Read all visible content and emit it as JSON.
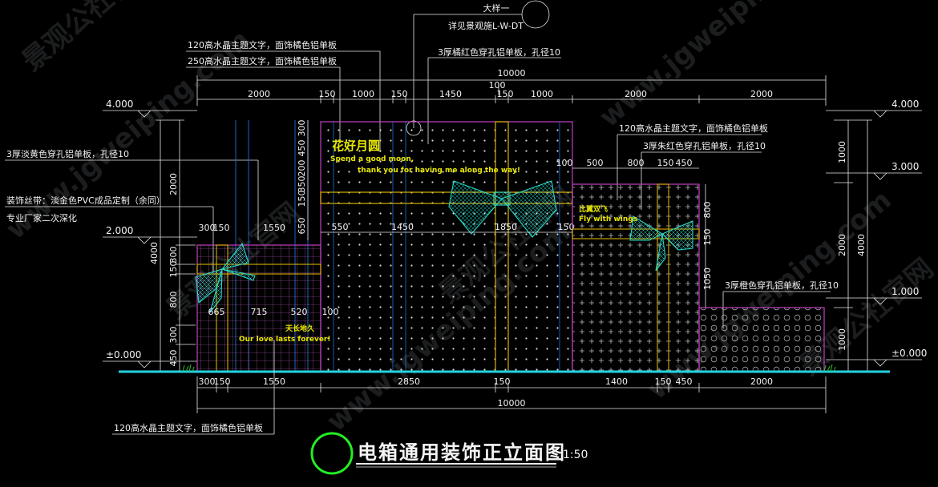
{
  "title": {
    "main": "电箱通用装饰正立面图",
    "scale": "1:50"
  },
  "detail": {
    "label": "大样一",
    "ref": "详见景观施L-W-DT"
  },
  "top_dims": {
    "total": "10000",
    "small": "100",
    "row": [
      "2000",
      "150",
      "1000",
      "150",
      "1450",
      "150",
      "1000",
      "2000",
      "2000"
    ]
  },
  "bottom_dims": {
    "total": "10000",
    "row": [
      "300",
      "150",
      "1550",
      "2850",
      "150",
      "1400",
      "150",
      "450",
      "2000"
    ]
  },
  "left_levels": [
    "4.000",
    "2.000",
    "±0.000"
  ],
  "right_levels": [
    "4.000",
    "3.000",
    "1.000",
    "±0.000"
  ],
  "left_vdims": {
    "outer": "4000",
    "upper": "2000",
    "stack": [
      "300",
      "150",
      "800",
      "300",
      "450"
    ]
  },
  "right_vdims": {
    "outer": "4000",
    "stack": [
      "1000",
      "2000",
      "1000"
    ]
  },
  "box_large_vdims": [
    "300",
    "450",
    "200",
    "350",
    "150",
    "650"
  ],
  "box_large_hdims": [
    "550",
    "1450",
    "1850",
    "150"
  ],
  "box_small_left_hdims": [
    "300",
    "150",
    "1550"
  ],
  "box_small_left_inner": [
    "665",
    "715",
    "520",
    "100"
  ],
  "box_right_hdims": [
    "100",
    "500",
    "800",
    "150",
    "450"
  ],
  "box_right_vdims": [
    "800",
    "150",
    "1050"
  ],
  "notes": [
    "120高水晶主题文字，面饰橘色铝单板",
    "250高水晶主题文字，面饰橘色铝单板",
    "3厚橘红色穿孔铝单板，孔径10",
    "3厚淡黄色穿孔铝单板，孔径10",
    "装饰丝带：淡金色PVC成品定制（余同）",
    "专业厂家二次深化",
    "120高水晶主题文字，面饰橘色铝单板",
    "3厚朱红色穿孔铝单板，孔径10",
    "3厚橙色穿孔铝单板，孔径10",
    "120高水晶主题文字，面饰橘色铝单板"
  ],
  "box_texts": {
    "large_cn": "花好月圆",
    "large_en1": "Spend a good moon,",
    "large_en2": "thank you for having me along the way!",
    "right_cn": "比翼双飞",
    "right_en": "Fly with wings",
    "left_cn": "天长地久",
    "left_en": "Our love lasts forever!"
  },
  "watermarks": [
    "www.jgweiping.com",
    "景观公社官网"
  ],
  "colors": {
    "background": "#000000",
    "ground": "#22d3e0",
    "box_outline": "#c040c0",
    "grid": "#1e6fd8",
    "ribbon": "#d8b000",
    "bow": "#28d8c8",
    "title_circle": "#22ee22",
    "text_yellow": "#e8e800",
    "grass": "#2fbf2f"
  }
}
